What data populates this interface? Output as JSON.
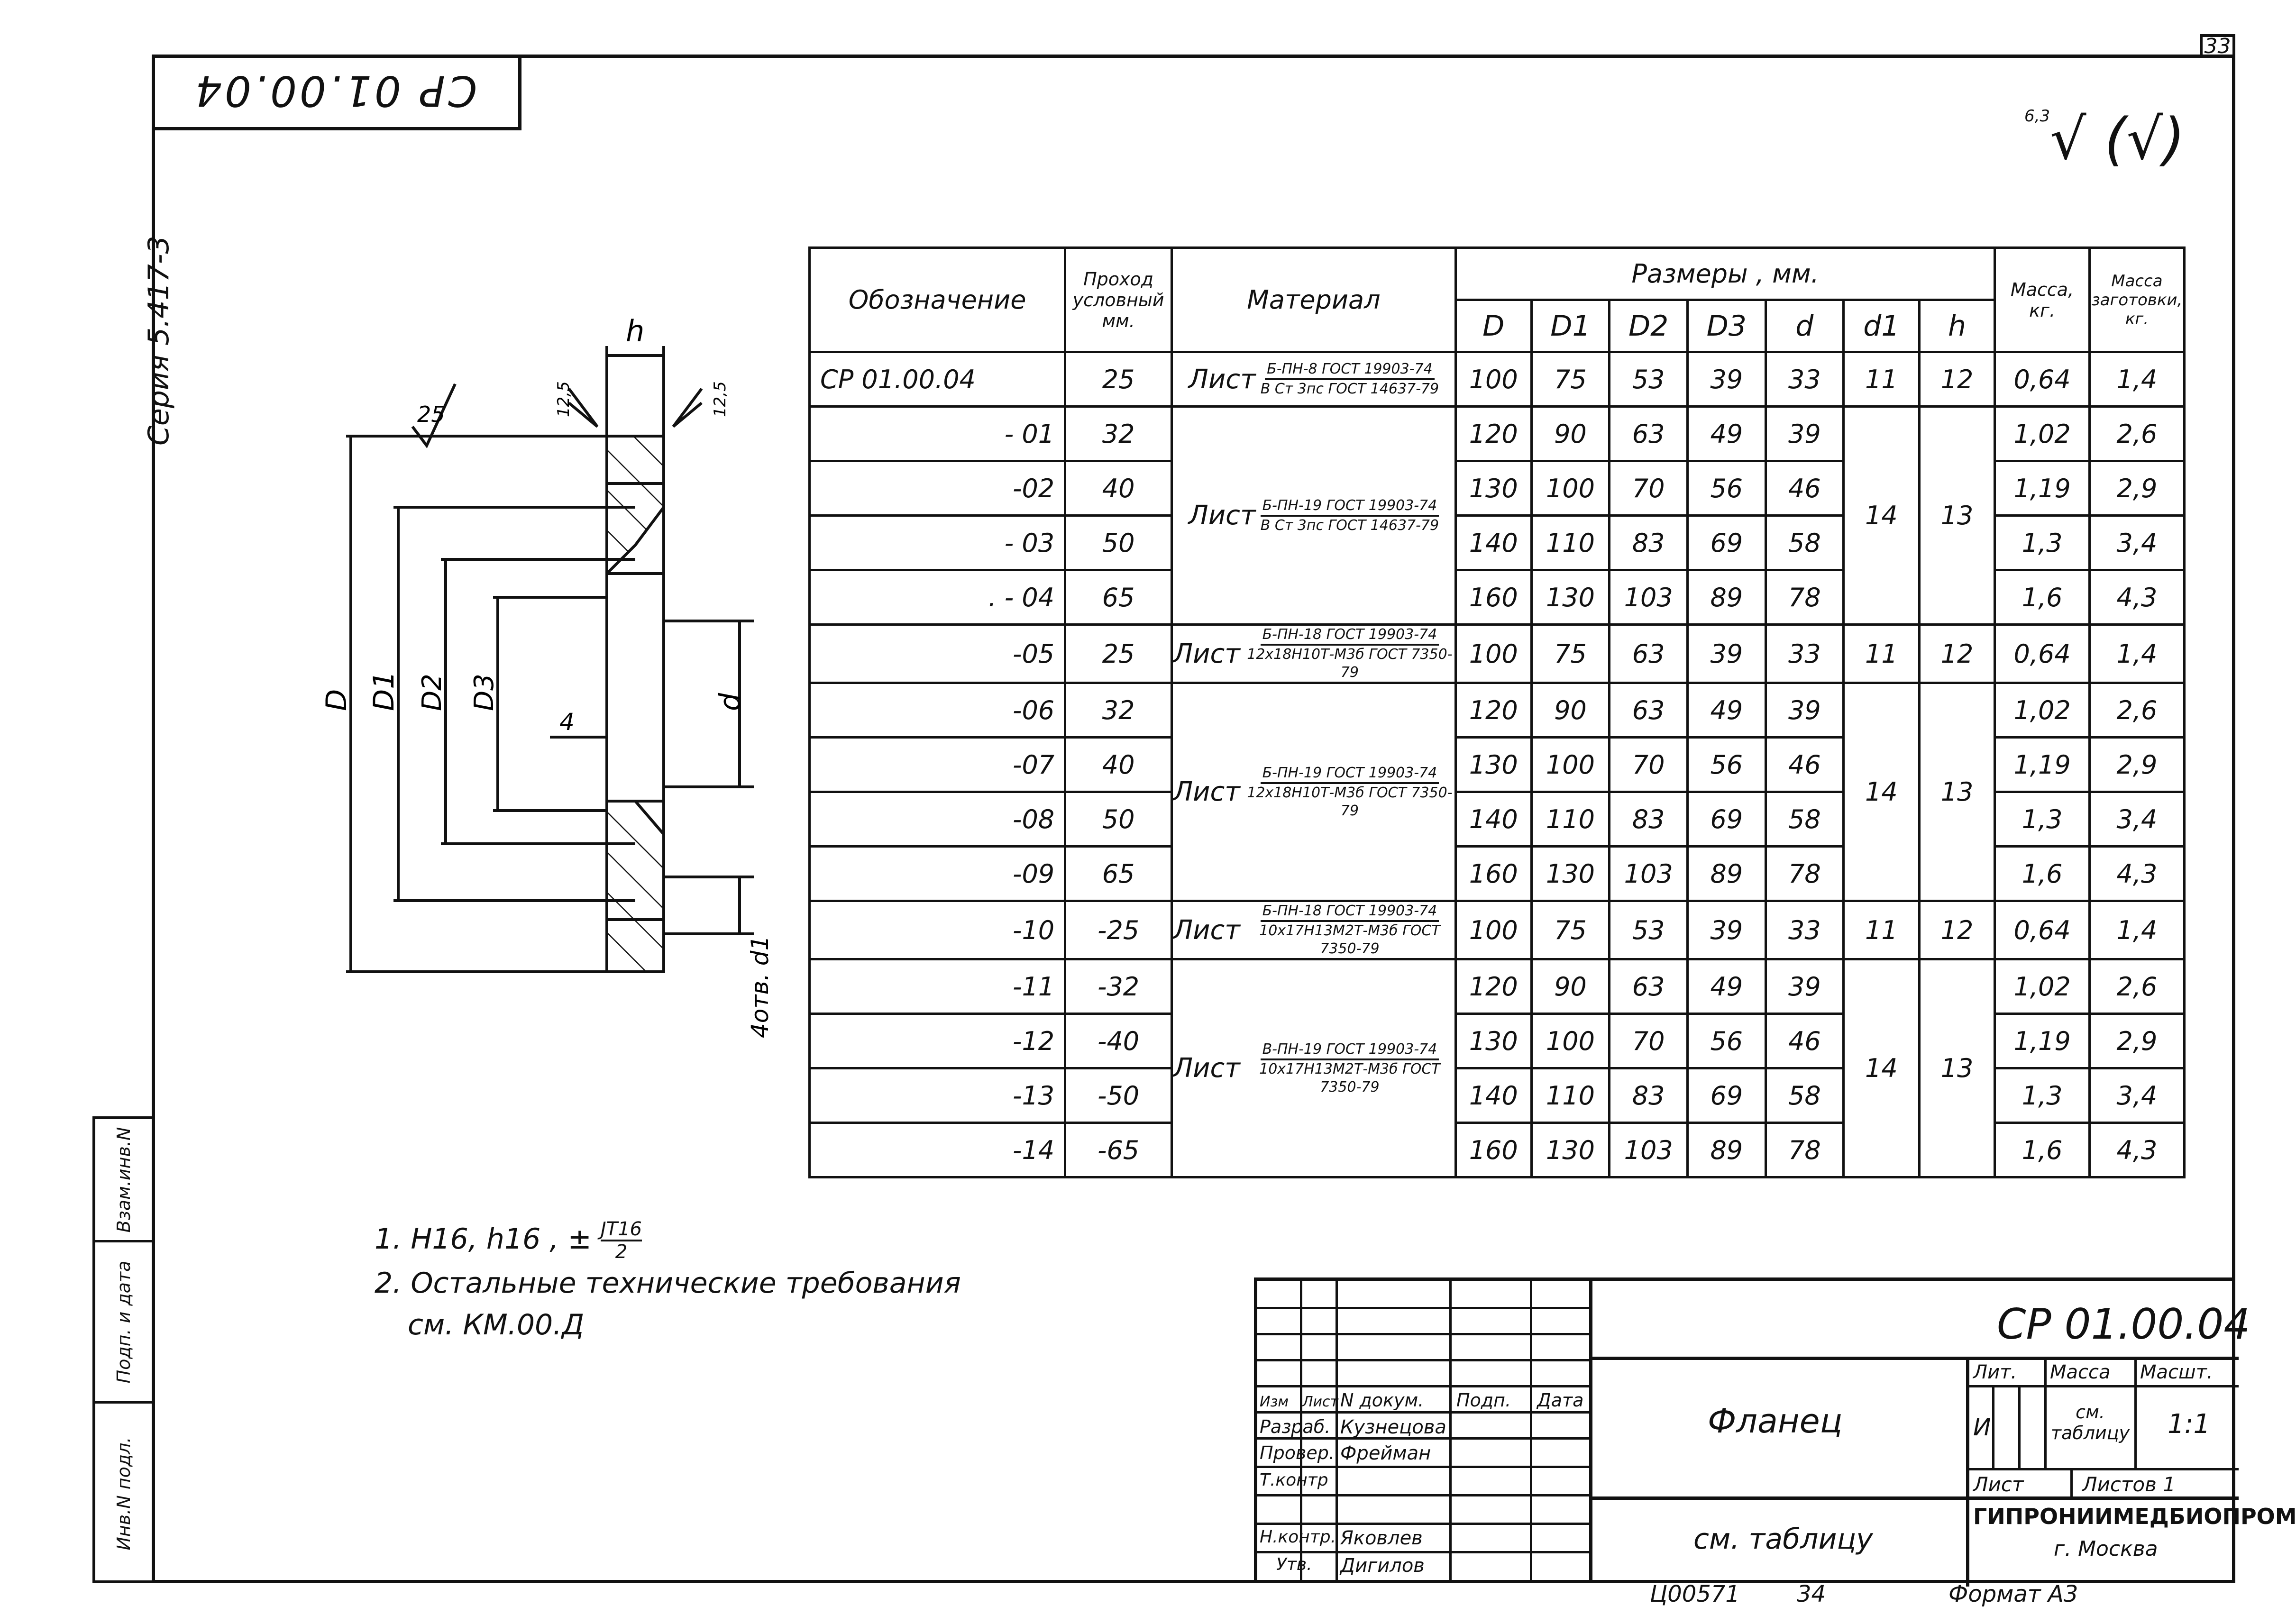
{
  "sheet": {
    "number": "33",
    "stamp": "СР 01.00.04",
    "series": "Серия 5.417-3",
    "roughness_main": "6,3",
    "roughness_other": "(√)"
  },
  "drawing": {
    "dims": {
      "h": "h",
      "D": "D",
      "D1": "D1",
      "D2": "D2",
      "D3": "D3",
      "d": "d",
      "four": "4",
      "holes": "4отв. d1"
    },
    "roughness": {
      "r25": "25",
      "r125a": "12,5",
      "r125b": "12,5"
    }
  },
  "table": {
    "headers": {
      "designation": "Обозначение",
      "passage": "Проход условный мм.",
      "material": "Материал",
      "sizes": "Размеры , мм.",
      "mass": "Масса, кг.",
      "blank_mass": "Масса заготовки, кг."
    },
    "sub_headers": [
      "D",
      "D1",
      "D2",
      "D3",
      "d",
      "d1",
      "h"
    ],
    "groups": [
      {
        "material": {
          "word": "Лист",
          "top": "Б-ПН-8 ГОСТ 19903-74",
          "bottom": "В Ст 3пс ГОСТ 14637-79"
        },
        "rows": [
          {
            "des": "СР 01.00.04",
            "pass": "25",
            "D": "100",
            "D1": "75",
            "D2": "53",
            "D3": "39",
            "d": "33",
            "d1": "11",
            "h": "12",
            "m": "0,64",
            "mb": "1,4"
          }
        ]
      },
      {
        "material": {
          "word": "Лист",
          "top": "Б-ПН-19 ГОСТ 19903-74",
          "bottom": "В Ст 3пс ГОСТ 14637-79"
        },
        "d1": "14",
        "h": "13",
        "rows": [
          {
            "des": "- 01",
            "pass": "32",
            "D": "120",
            "D1": "90",
            "D2": "63",
            "D3": "49",
            "d": "39",
            "m": "1,02",
            "mb": "2,6"
          },
          {
            "des": "-02",
            "pass": "40",
            "D": "130",
            "D1": "100",
            "D2": "70",
            "D3": "56",
            "d": "46",
            "m": "1,19",
            "mb": "2,9"
          },
          {
            "des": "- 03",
            "pass": "50",
            "D": "140",
            "D1": "110",
            "D2": "83",
            "D3": "69",
            "d": "58",
            "m": "1,3",
            "mb": "3,4"
          },
          {
            "des": ". - 04",
            "pass": "65",
            "D": "160",
            "D1": "130",
            "D2": "103",
            "D3": "89",
            "d": "78",
            "m": "1,6",
            "mb": "4,3"
          }
        ]
      },
      {
        "material": {
          "word": "Лист",
          "top": "Б-ПН-18 ГОСТ 19903-74",
          "bottom": "12х18Н10Т-М3б ГОСТ 7350-79"
        },
        "rows": [
          {
            "des": "-05",
            "pass": "25",
            "D": "100",
            "D1": "75",
            "D2": "63",
            "D3": "39",
            "d": "33",
            "d1": "11",
            "h": "12",
            "m": "0,64",
            "mb": "1,4"
          }
        ]
      },
      {
        "material": {
          "word": "Лист",
          "top": "Б-ПН-19 ГОСТ 19903-74",
          "bottom": "12х18Н10Т-М3б ГОСТ 7350-79"
        },
        "d1": "14",
        "h": "13",
        "rows": [
          {
            "des": "-06",
            "pass": "32",
            "D": "120",
            "D1": "90",
            "D2": "63",
            "D3": "49",
            "d": "39",
            "m": "1,02",
            "mb": "2,6"
          },
          {
            "des": "-07",
            "pass": "40",
            "D": "130",
            "D1": "100",
            "D2": "70",
            "D3": "56",
            "d": "46",
            "m": "1,19",
            "mb": "2,9"
          },
          {
            "des": "-08",
            "pass": "50",
            "D": "140",
            "D1": "110",
            "D2": "83",
            "D3": "69",
            "d": "58",
            "m": "1,3",
            "mb": "3,4"
          },
          {
            "des": "-09",
            "pass": "65",
            "D": "160",
            "D1": "130",
            "D2": "103",
            "D3": "89",
            "d": "78",
            "m": "1,6",
            "mb": "4,3"
          }
        ]
      },
      {
        "material": {
          "word": "Лист",
          "top": "Б-ПН-18 ГОСТ 19903-74",
          "bottom": "10х17Н13М2Т-М3б ГОСТ 7350-79"
        },
        "rows": [
          {
            "des": "-10",
            "pass": "-25",
            "D": "100",
            "D1": "75",
            "D2": "53",
            "D3": "39",
            "d": "33",
            "d1": "11",
            "h": "12",
            "m": "0,64",
            "mb": "1,4"
          }
        ]
      },
      {
        "material": {
          "word": "Лист",
          "top": "В-ПН-19 ГОСТ 19903-74",
          "bottom": "10х17Н13М2Т-М3б ГОСТ 7350-79"
        },
        "d1": "14",
        "h": "13",
        "rows": [
          {
            "des": "-11",
            "pass": "-32",
            "D": "120",
            "D1": "90",
            "D2": "63",
            "D3": "49",
            "d": "39",
            "m": "1,02",
            "mb": "2,6"
          },
          {
            "des": "-12",
            "pass": "-40",
            "D": "130",
            "D1": "100",
            "D2": "70",
            "D3": "56",
            "d": "46",
            "m": "1,19",
            "mb": "2,9"
          },
          {
            "des": "-13",
            "pass": "-50",
            "D": "140",
            "D1": "110",
            "D2": "83",
            "D3": "69",
            "d": "58",
            "m": "1,3",
            "mb": "3,4"
          },
          {
            "des": "-14",
            "pass": "-65",
            "D": "160",
            "D1": "130",
            "D2": "103",
            "D3": "89",
            "d": "78",
            "m": "1,6",
            "mb": "4,3"
          }
        ]
      }
    ]
  },
  "notes": {
    "n1_prefix": "1. Н16, h16 , ±",
    "n1_num": "JT16",
    "n1_den": "2",
    "n2": "2. Остальные технические требования",
    "n2b": "см. КМ.00.Д"
  },
  "title_block": {
    "code": "СР 01.00.04",
    "name": "Фланец",
    "material": "см. таблицу",
    "h_izm": "Изм",
    "h_list": "Лист",
    "h_doc": "N докум.",
    "h_sign": "Подп.",
    "h_date": "Дата",
    "r_razrab": "Разраб.",
    "p_razrab": "Кузнецова",
    "r_prover": "Провер.",
    "p_prover": "Фрейман",
    "r_tkontr": "Т.контр",
    "r_nkontr": "Н.контр.",
    "p_nkontr": "Яковлев",
    "r_utv": "Утв.",
    "p_utv": "Дигилов",
    "lit": "Лит.",
    "mass": "Масса",
    "scale": "Масшт.",
    "lit_val": "И",
    "mass_val": "см. таблицу",
    "scale_val": "1:1",
    "sheet": "Лист",
    "sheets": "Листов 1",
    "org": "ГИПРОНИИМЕДБИОПРОМ",
    "city": "г. Москва"
  },
  "strip": {
    "c1": "Инв.N подл.",
    "c2": "Подп. и дата",
    "c3": "Взам.инв.N"
  },
  "footer": {
    "inv": "Ц00571",
    "page": "34",
    "format": "Формат А3"
  }
}
